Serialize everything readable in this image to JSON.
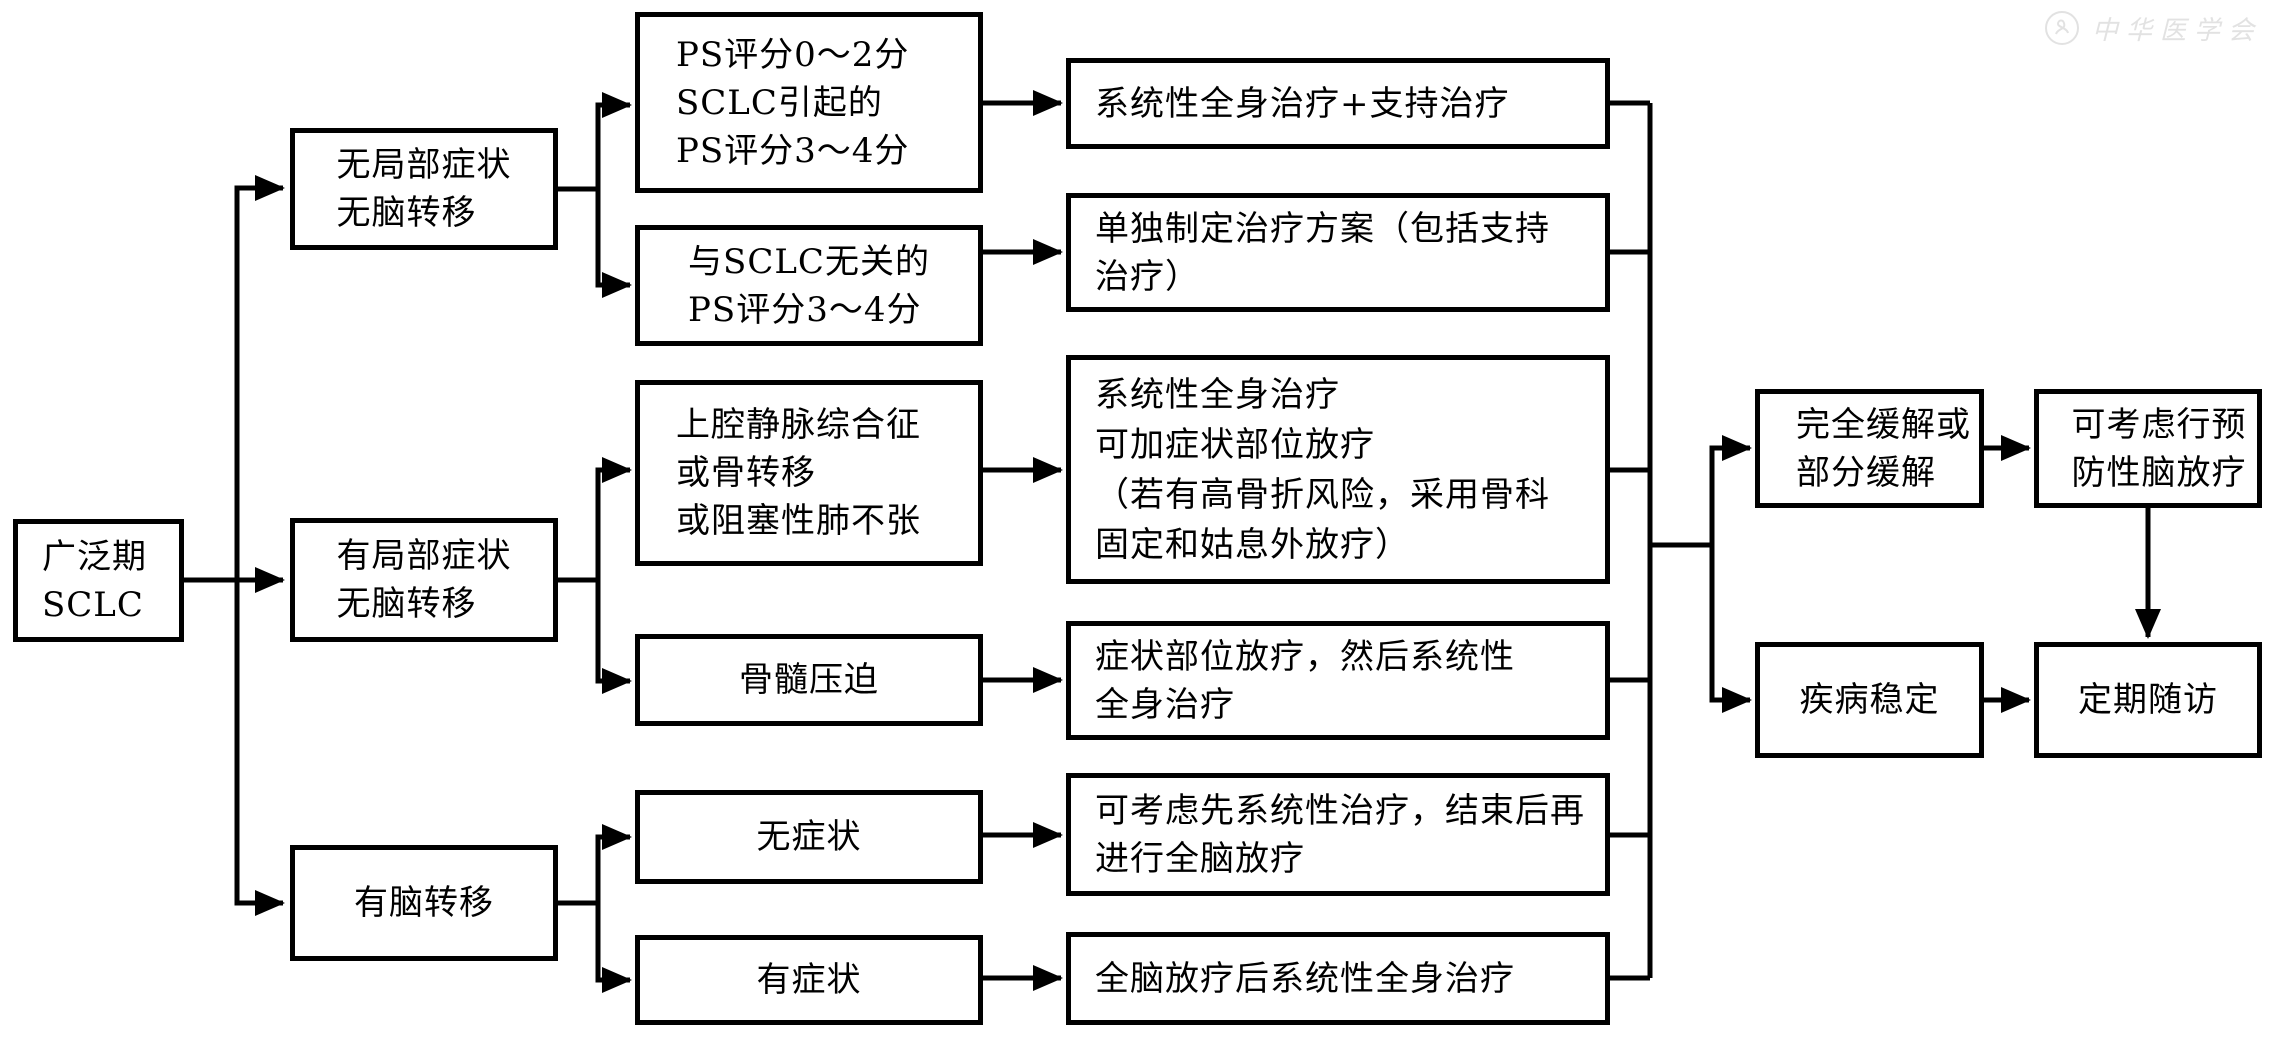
{
  "flowchart": {
    "watermark": "中华医学会",
    "nodes": {
      "root": "广泛期\nSCLC",
      "no_local_no_brain": "无局部症状\n无脑转移",
      "local_no_brain": "有局部症状\n无脑转移",
      "brain_mets": "有脑转移",
      "ps_0_2_or_sclc_ps_3_4": "PS评分0～2分\nSCLC引起的\nPS评分3～4分",
      "ps_3_4_unrelated": "与SCLC无关的\nPS评分3～4分",
      "svc_bone_atelectasis": "上腔静脉综合征\n或骨转移\n或阻塞性肺不张",
      "cord_compression": "骨髓压迫",
      "asymptomatic": "无症状",
      "symptomatic": "有症状",
      "tx_systemic_plus_support": "系统性全身治疗+支持治疗",
      "tx_individual_plan": "单独制定治疗方案（包括支持\n治疗）",
      "tx_systemic_with_rt": "系统性全身治疗\n可加症状部位放疗\n（若有高骨折风险，采用骨科\n固定和姑息外放疗）",
      "tx_rt_then_systemic": "症状部位放疗，然后系统性\n全身治疗",
      "tx_systemic_then_wbrt": "可考虑先系统性治疗，结束后再\n进行全脑放疗",
      "tx_wbrt_then_systemic": "全脑放疗后系统性全身治疗",
      "outcome_cr_pr": "完全缓解或\n部分缓解",
      "outcome_pci": "可考虑行预\n防性脑放疗",
      "outcome_stable": "疾病稳定",
      "outcome_followup": "定期随访"
    }
  }
}
